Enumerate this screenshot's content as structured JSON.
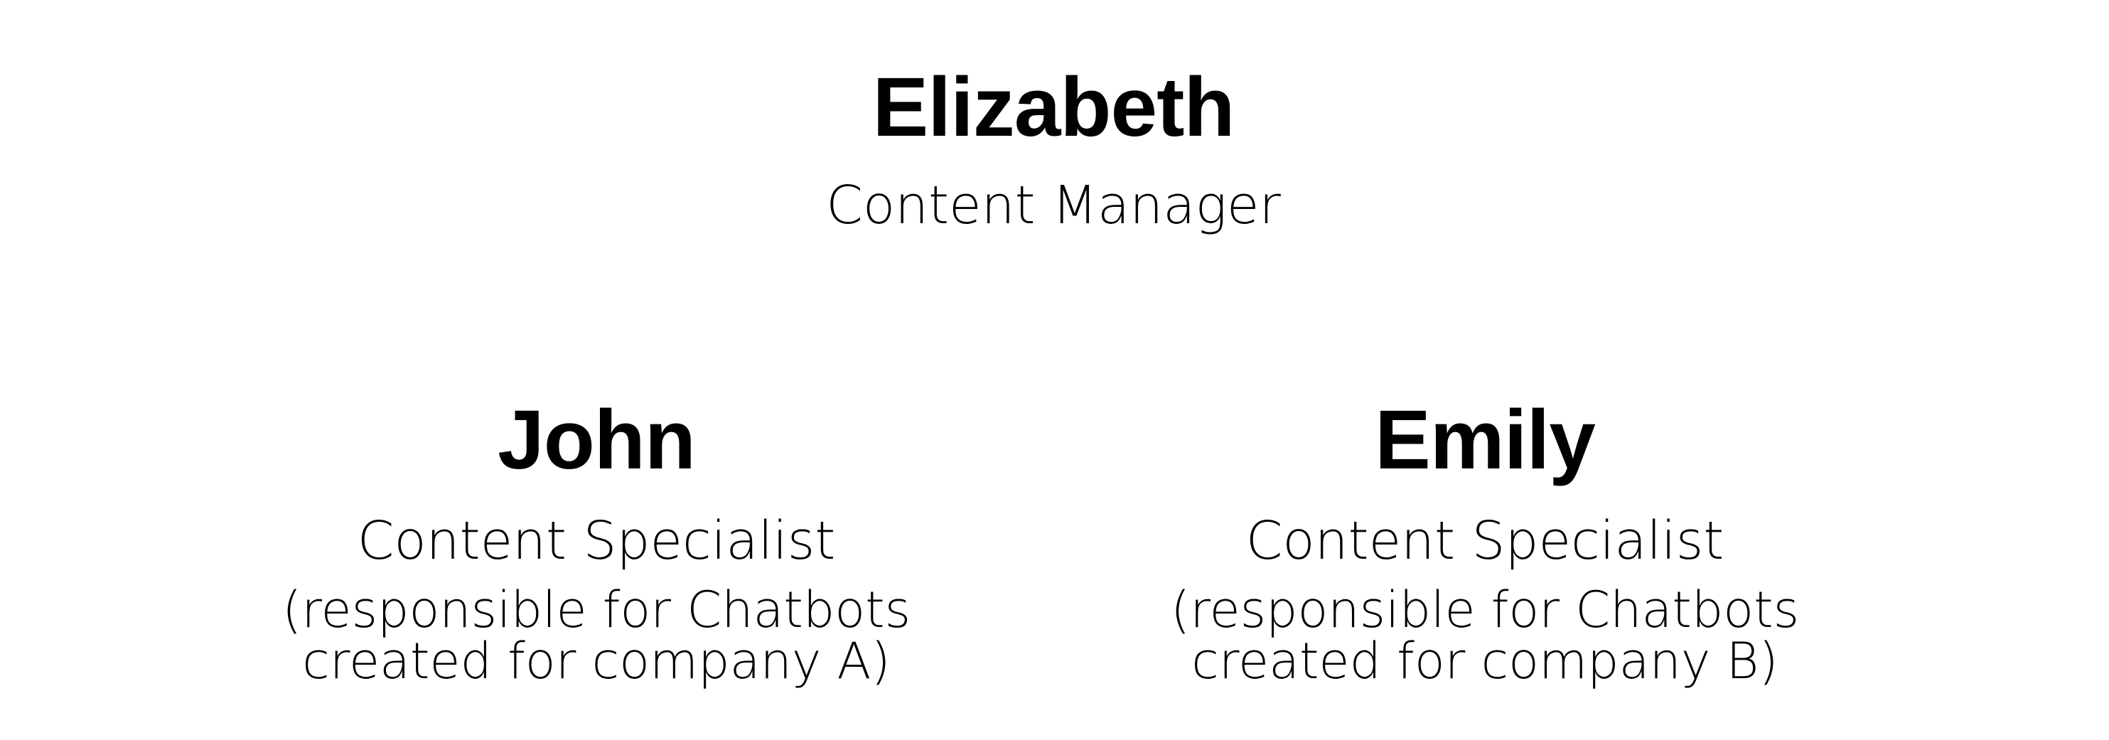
{
  "manager": {
    "name": "Elizabeth",
    "role": "Content Manager"
  },
  "reports": [
    {
      "name": "John",
      "role": "Content Specialist",
      "note_line1": "(responsible for Chatbots",
      "note_line2": "created for company A)"
    },
    {
      "name": "Emily",
      "role": "Content Specialist",
      "note_line1": "(responsible for Chatbots",
      "note_line2": "created for company B)"
    }
  ]
}
